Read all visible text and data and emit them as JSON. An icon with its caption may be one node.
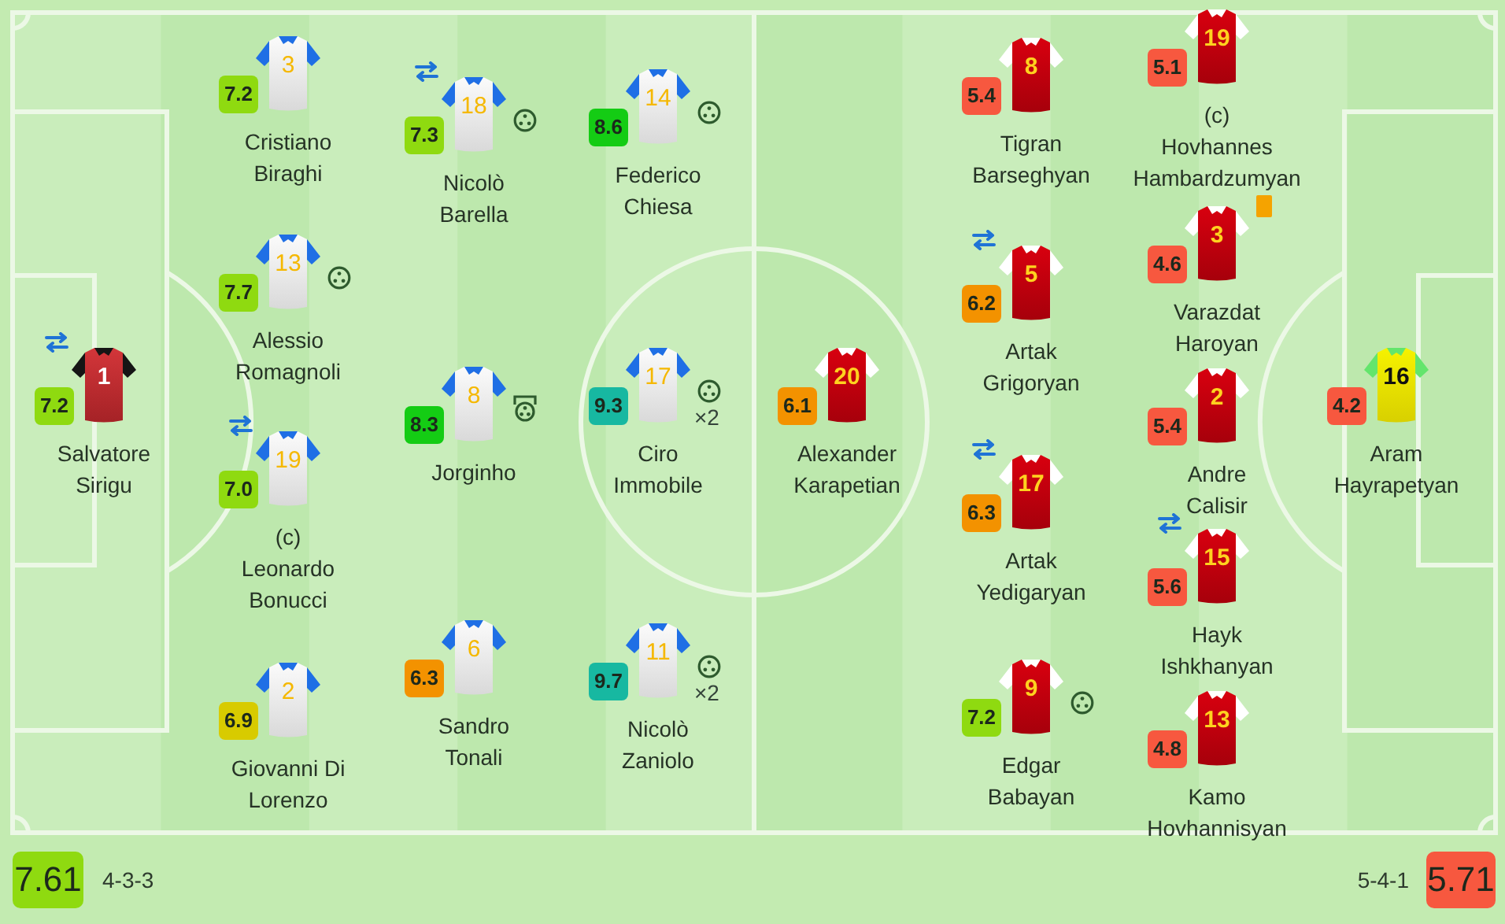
{
  "diagram": {
    "nodes": [
      {
        "text": [
          "1",
          "7.2",
          "Salvatore Sirigu"
        ]
      },
      {
        "text": [
          "3",
          "7.2",
          "Cristiano Biraghi"
        ]
      },
      {
        "text": [
          "13",
          "7.7",
          "Alessio Romagnoli"
        ]
      },
      {
        "text": [
          "19",
          "7.0",
          "(c)",
          "Leonardo Bonucci"
        ]
      },
      {
        "text": [
          "2",
          "6.9",
          "Giovanni Di Lorenzo"
        ]
      },
      {
        "text": [
          "18",
          "7.3",
          "Nicolò Barella"
        ]
      },
      {
        "text": [
          "8",
          "8.3",
          "Jorginho"
        ]
      },
      {
        "text": [
          "6",
          "6.3",
          "Sandro Tonali"
        ]
      },
      {
        "text": [
          "14",
          "8.6",
          "Federico Chiesa"
        ]
      },
      {
        "text": [
          "17",
          "9.3",
          "×2",
          "Ciro Immobile"
        ]
      },
      {
        "text": [
          "11",
          "9.7",
          "×2",
          "Nicolò Zaniolo"
        ]
      },
      {
        "text": [
          "20",
          "6.1",
          "Alexander Karapetian"
        ]
      },
      {
        "text": [
          "8",
          "5.4",
          "Tigran Barseghyan"
        ]
      },
      {
        "text": [
          "5",
          "6.2",
          "Artak Grigoryan"
        ]
      },
      {
        "text": [
          "17",
          "6.3",
          "Artak Yedigaryan"
        ]
      },
      {
        "text": [
          "9",
          "7.2",
          "Edgar Babayan"
        ]
      },
      {
        "text": [
          "19",
          "5.1",
          "(c)",
          "Hovhannes Hambardzumyan"
        ]
      },
      {
        "text": [
          "3",
          "4.6",
          "Varazdat Haroyan"
        ]
      },
      {
        "text": [
          "2",
          "5.4",
          "Andre Calisir"
        ]
      },
      {
        "text": [
          "15",
          "5.6",
          "Hayk Ishkhanyan"
        ]
      },
      {
        "text": [
          "13",
          "4.8",
          "Kamo Hovhannisyan"
        ]
      },
      {
        "text": [
          "16",
          "4.2",
          "Aram Hayrapetyan"
        ]
      },
      {
        "text": [
          "7.61"
        ],
        "beside": [
          "4-3-3"
        ]
      },
      {
        "text": [
          "5.71"
        ],
        "beside": [
          "5-4-1"
        ]
      }
    ]
  }
}
